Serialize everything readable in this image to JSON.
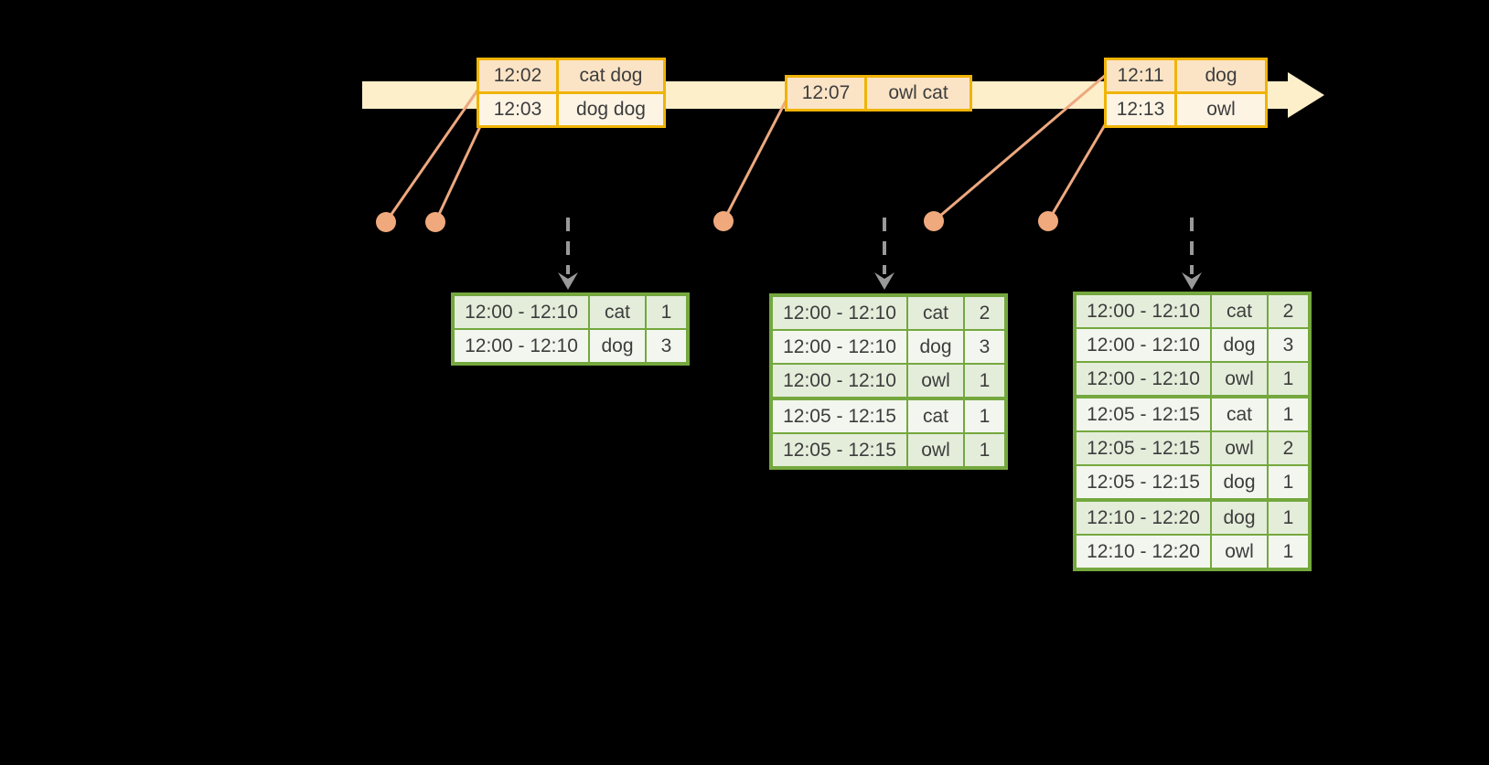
{
  "colors": {
    "background": "#000000",
    "timeline_band": "#fcefca",
    "event_table_border": "#f0b406",
    "event_row_dark": "#fbe4c6",
    "event_row_light": "#fdf4e4",
    "connector_salmon": "#eda87f",
    "trigger_arrow_gray": "#999999",
    "result_table_border": "#74a83e",
    "result_row_green": "#e4edda",
    "result_row_white": "#f2f6ee",
    "text": "#3d3d3d"
  },
  "timeline": {
    "event_tables": [
      {
        "rows": [
          {
            "time": "12:02",
            "words": "cat dog"
          },
          {
            "time": "12:03",
            "words": "dog dog"
          }
        ]
      },
      {
        "rows": [
          {
            "time": "12:07",
            "words": "owl cat"
          }
        ]
      },
      {
        "rows": [
          {
            "time": "12:11",
            "words": "dog"
          },
          {
            "time": "12:13",
            "words": "owl"
          }
        ]
      }
    ]
  },
  "result_tables": [
    {
      "groups": [
        [
          {
            "window": "12:00 - 12:10",
            "word": "cat",
            "count": "1"
          },
          {
            "window": "12:00 - 12:10",
            "word": "dog",
            "count": "3"
          }
        ]
      ]
    },
    {
      "groups": [
        [
          {
            "window": "12:00 - 12:10",
            "word": "cat",
            "count": "2"
          },
          {
            "window": "12:00 - 12:10",
            "word": "dog",
            "count": "3"
          },
          {
            "window": "12:00 - 12:10",
            "word": "owl",
            "count": "1"
          }
        ],
        [
          {
            "window": "12:05 - 12:15",
            "word": "cat",
            "count": "1"
          },
          {
            "window": "12:05 - 12:15",
            "word": "owl",
            "count": "1"
          }
        ]
      ]
    },
    {
      "groups": [
        [
          {
            "window": "12:00 - 12:10",
            "word": "cat",
            "count": "2"
          },
          {
            "window": "12:00 - 12:10",
            "word": "dog",
            "count": "3"
          },
          {
            "window": "12:00 - 12:10",
            "word": "owl",
            "count": "1"
          }
        ],
        [
          {
            "window": "12:05 - 12:15",
            "word": "cat",
            "count": "1"
          },
          {
            "window": "12:05 - 12:15",
            "word": "owl",
            "count": "2"
          },
          {
            "window": "12:05 - 12:15",
            "word": "dog",
            "count": "1"
          }
        ],
        [
          {
            "window": "12:10 - 12:20",
            "word": "dog",
            "count": "1"
          },
          {
            "window": "12:10 - 12:20",
            "word": "owl",
            "count": "1"
          }
        ]
      ]
    }
  ]
}
